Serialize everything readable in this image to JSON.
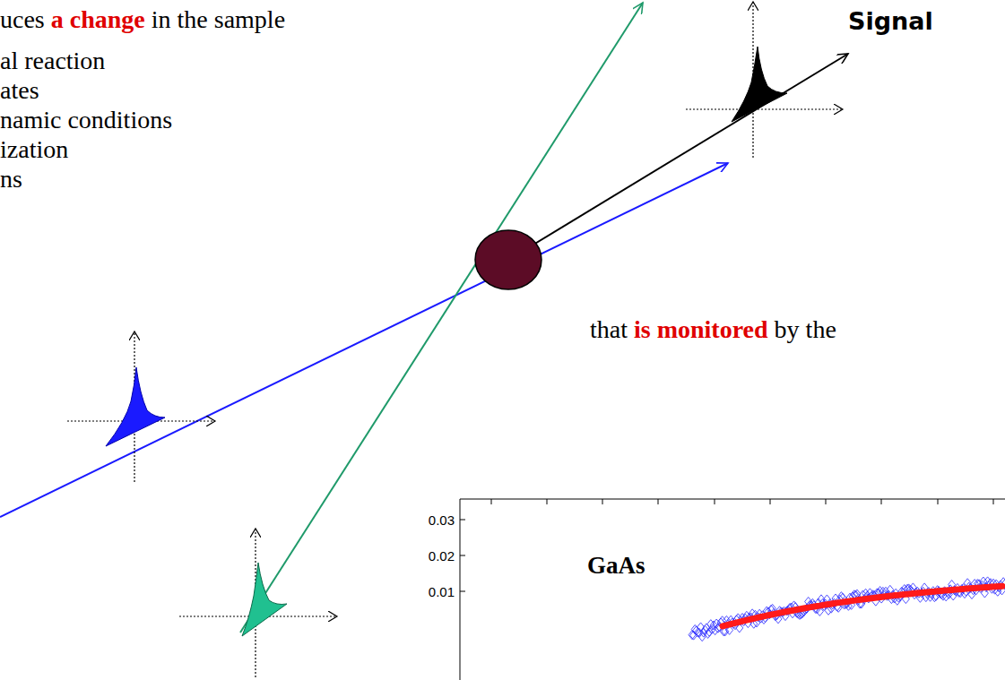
{
  "diagram": {
    "labels": [
      "uces",
      "a change",
      "in the sample",
      "al reaction",
      "ates",
      "namic conditions",
      "ization",
      "ns",
      "Signal",
      "that",
      "is monitored",
      "by the",
      "0.03",
      "0.02",
      "0.01",
      "GaAs"
    ]
  }
}
